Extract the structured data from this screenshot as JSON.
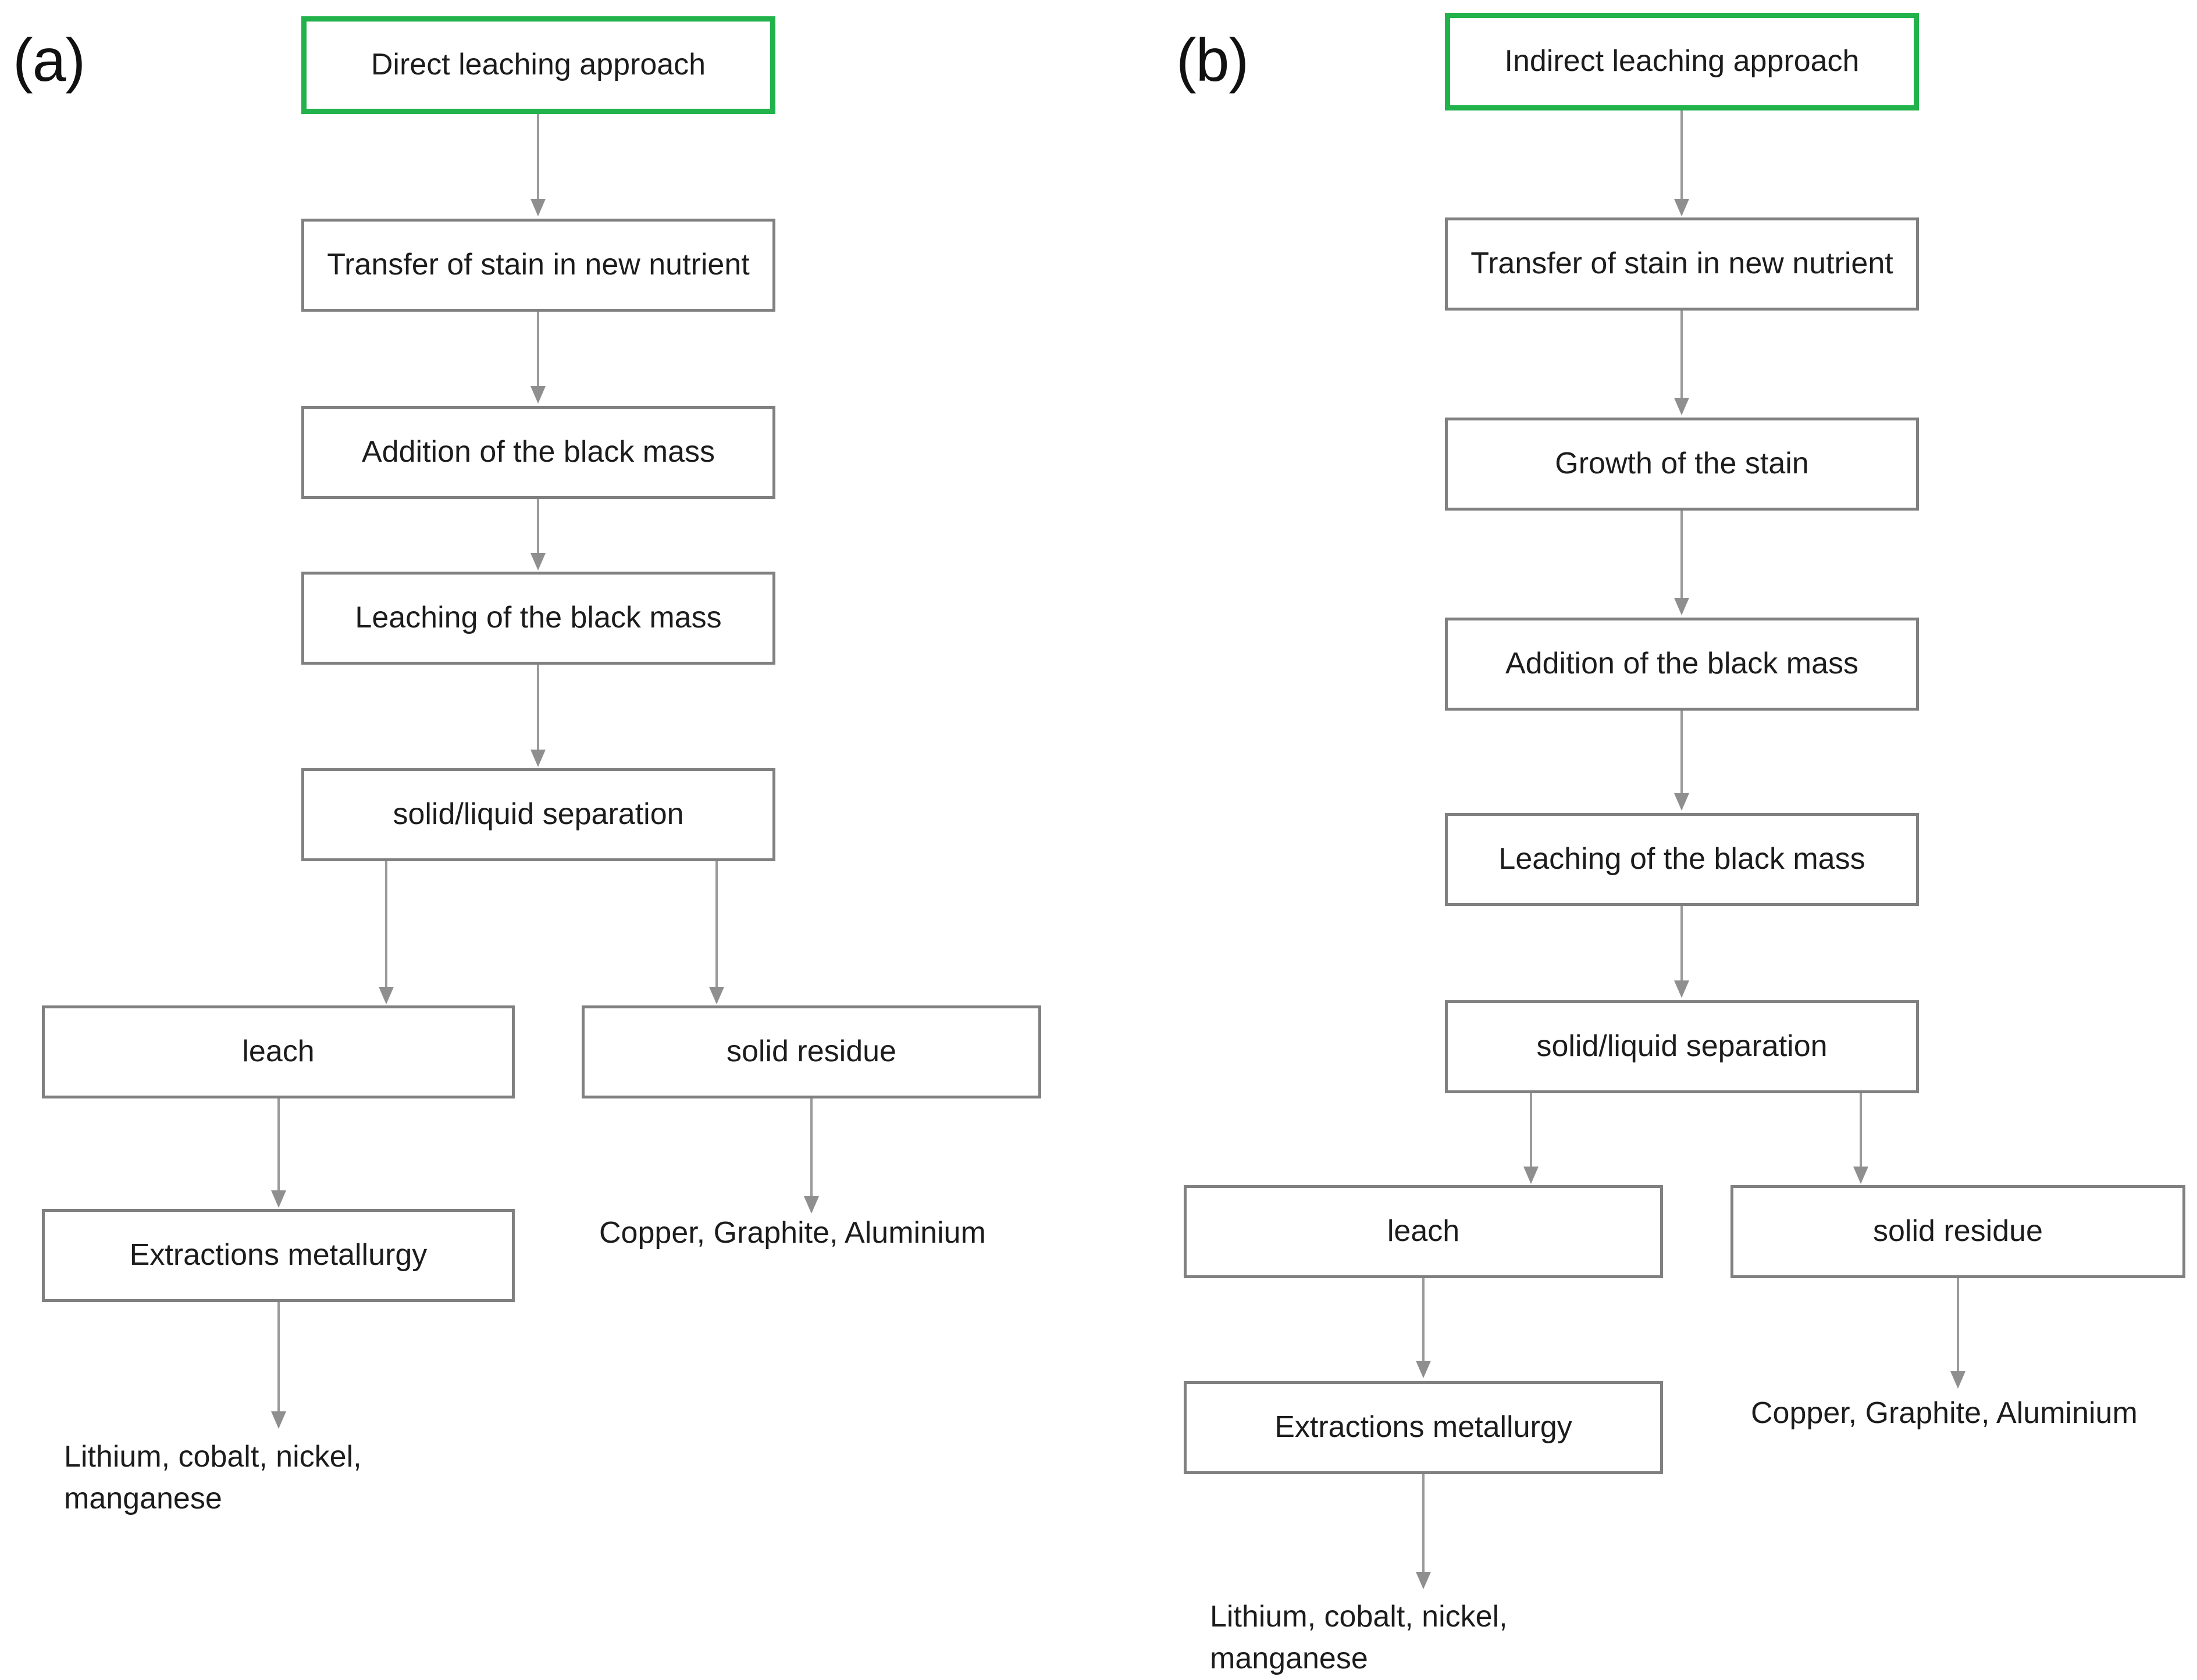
{
  "figure": {
    "type": "flowchart",
    "panels": [
      {
        "id": "a",
        "label": "(a)",
        "title_box": {
          "text": "Direct leaching approach",
          "accent": "#22b24c"
        },
        "nodes": [
          {
            "id": "a-start",
            "text": "Direct leaching approach"
          },
          {
            "id": "a-transfer",
            "text": "Transfer of  stain in new nutrient"
          },
          {
            "id": "a-addition",
            "text": "Addition of the black mass"
          },
          {
            "id": "a-leaching",
            "text": "Leaching of the black mass"
          },
          {
            "id": "a-separation",
            "text": "solid/liquid separation"
          },
          {
            "id": "a-leach",
            "text": "leach"
          },
          {
            "id": "a-residue",
            "text": "solid residue"
          },
          {
            "id": "a-extraction",
            "text": "Extractions metallurgy"
          }
        ],
        "outputs": [
          {
            "id": "a-out-metals",
            "text": "Lithium, cobalt, nickel,\nmanganese"
          },
          {
            "id": "a-out-residues",
            "text": "Copper, Graphite, Aluminium"
          }
        ]
      },
      {
        "id": "b",
        "label": "(b)",
        "title_box": {
          "text": "Indirect leaching approach",
          "accent": "#22b24c"
        },
        "nodes": [
          {
            "id": "b-start",
            "text": "Indirect leaching approach"
          },
          {
            "id": "b-transfer",
            "text": "Transfer of  stain in new nutrient"
          },
          {
            "id": "b-growth",
            "text": "Growth of the stain"
          },
          {
            "id": "b-addition",
            "text": "Addition of the black mass"
          },
          {
            "id": "b-leaching",
            "text": "Leaching of the black mass"
          },
          {
            "id": "b-separation",
            "text": "solid/liquid separation"
          },
          {
            "id": "b-leach",
            "text": "leach"
          },
          {
            "id": "b-residue",
            "text": "solid residue"
          },
          {
            "id": "b-extraction",
            "text": "Extractions metallurgy"
          }
        ],
        "outputs": [
          {
            "id": "b-out-metals",
            "text": "Lithium, cobalt, nickel,\nmanganese"
          },
          {
            "id": "b-out-residues",
            "text": "Copper, Graphite, Aluminium"
          }
        ]
      }
    ],
    "colors": {
      "start_border": "#22b24c",
      "node_border": "#808080",
      "node_fill": "#ffffff",
      "arrow": "#9a9a9a",
      "text": "#1c1c1c",
      "background": "#ffffff"
    }
  }
}
